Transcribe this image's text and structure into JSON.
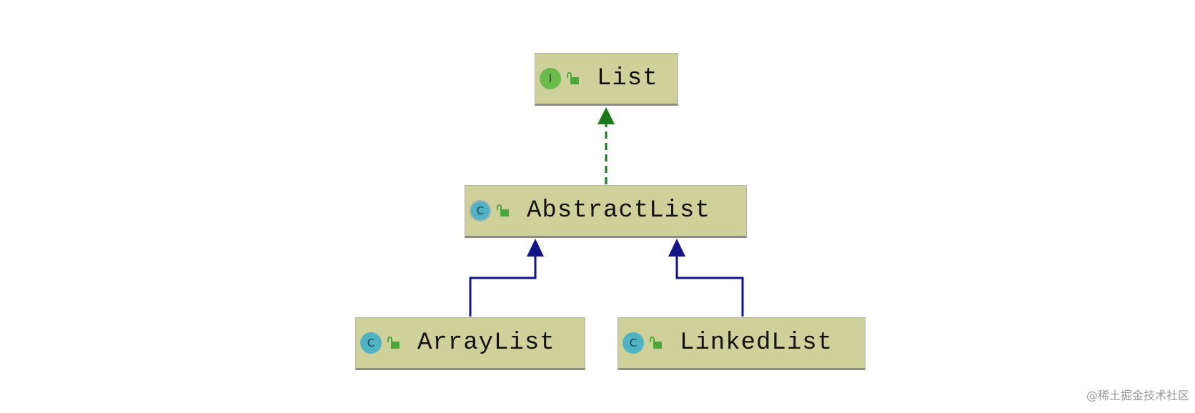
{
  "diagram": {
    "nodes": [
      {
        "id": "list",
        "label": "List",
        "kind": "interface",
        "kind_glyph": "I",
        "kind_icon": "interface-icon",
        "visibility_icon": "public-lock-icon"
      },
      {
        "id": "abstractlist",
        "label": "AbstractList",
        "kind": "abstract-class",
        "kind_glyph": "C",
        "kind_icon": "abstract-class-icon",
        "visibility_icon": "public-lock-icon"
      },
      {
        "id": "arraylist",
        "label": "ArrayList",
        "kind": "class",
        "kind_glyph": "C",
        "kind_icon": "class-icon",
        "visibility_icon": "public-lock-icon"
      },
      {
        "id": "linkedlist",
        "label": "LinkedList",
        "kind": "class",
        "kind_glyph": "C",
        "kind_icon": "class-icon",
        "visibility_icon": "public-lock-icon"
      }
    ],
    "edges": [
      {
        "from": "abstractlist",
        "to": "list",
        "relation": "implements",
        "style": "dashed",
        "color": "#1a7a1a"
      },
      {
        "from": "arraylist",
        "to": "abstractlist",
        "relation": "extends",
        "style": "solid",
        "color": "#14148a"
      },
      {
        "from": "linkedlist",
        "to": "abstractlist",
        "relation": "extends",
        "style": "solid",
        "color": "#14148a"
      }
    ],
    "colors": {
      "node_fill": "#cfd19b",
      "interface_icon": "#6cba4e",
      "class_icon": "#4fb3c4",
      "lock": "#4aa83a"
    }
  },
  "watermark": "@稀土掘金技术社区"
}
